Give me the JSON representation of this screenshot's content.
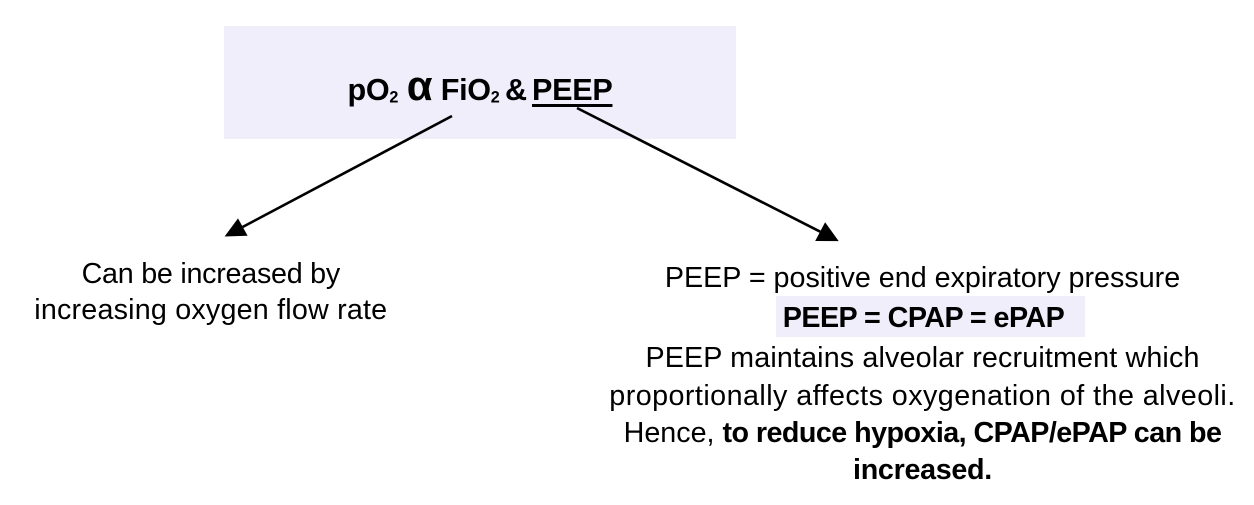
{
  "colors": {
    "background": "#FFFFFF",
    "box_fill": "#F0EEFB",
    "highlight_fill": "#F0EEFB",
    "text": "#000000",
    "arrow": "#000000"
  },
  "formula_box": {
    "run_po": "pO",
    "sub_1": "2",
    "run_alpha": " α ",
    "run_fio": "FiO",
    "sub_2": "2",
    "run_amp": " & ",
    "run_peep": "PEEP"
  },
  "left_note": {
    "line1": "Can be increased by",
    "line2": "increasing oxygen flow rate"
  },
  "right_note": {
    "line1": "PEEP = positive end expiratory pressure",
    "highlight": "PEEP = CPAP = ePAP",
    "line3": "PEEP maintains alveolar recruitment which",
    "line4": "proportionally affects oxygenation of the alveoli.",
    "line5_regular": "Hence, ",
    "line5_bold": "to reduce hypoxia, CPAP/ePAP can be",
    "line6_bold": "increased."
  }
}
